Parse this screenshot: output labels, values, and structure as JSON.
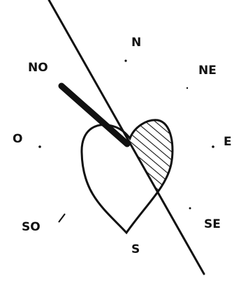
{
  "compass": {
    "north": "N",
    "northeast": "NE",
    "east": "E",
    "southeast": "SE",
    "south": "S",
    "southwest": "SO",
    "west": "O",
    "northwest": "NO"
  },
  "colors": {
    "ink": "#111111",
    "background": "#ffffff"
  }
}
